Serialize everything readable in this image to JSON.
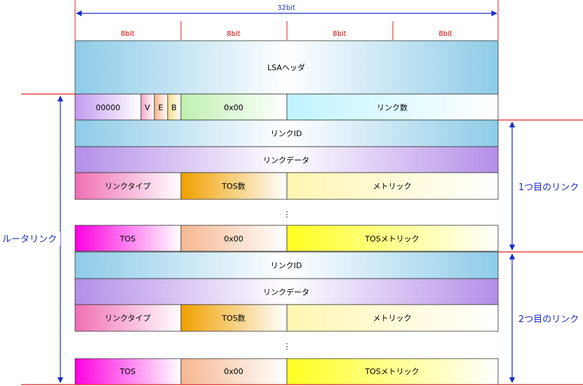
{
  "width_label": "32bit",
  "byte_labels": [
    "8bit",
    "8bit",
    "8bit",
    "8bit"
  ],
  "lsa_header": "LSAヘッダ",
  "flags_row": {
    "zeros": "00000",
    "v": "V",
    "e": "E",
    "b": "B",
    "pad": "0x00",
    "links": "リンク数"
  },
  "link1": {
    "link_id": "リンクID",
    "link_data": "リンクデータ",
    "type": "リンクタイプ",
    "tos_count": "TOS数",
    "metric": "メトリック",
    "ellipsis": "⋮",
    "tos": "TOS",
    "tos_pad": "0x00",
    "tos_metric": "TOSメトリック"
  },
  "link2": {
    "link_id": "リンクID",
    "link_data": "リンクデータ",
    "type": "リンクタイプ",
    "tos_count": "TOS数",
    "metric": "メトリック",
    "ellipsis": "⋮",
    "tos": "TOS",
    "tos_pad": "0x00",
    "tos_metric": "TOSメトリック"
  },
  "labels": {
    "router_link": "ルータリンク",
    "first_link": "1つ目のリンク",
    "second_link": "2つ目のリンク"
  }
}
